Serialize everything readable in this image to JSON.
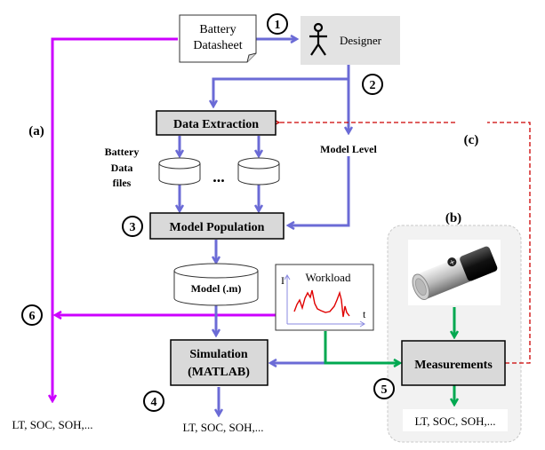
{
  "colors": {
    "blue_flow": "#6b6bd6",
    "magenta_flow": "#cc00ff",
    "green_flow": "#00a850",
    "red_feedback": "#cc0000",
    "box_fill": "#d9d9d9",
    "designer_fill": "#e3e3e3",
    "group_fill": "#f2f2f2"
  },
  "nodes": {
    "datasheet": {
      "line1": "Battery",
      "line2": "Datasheet"
    },
    "designer": {
      "label": "Designer"
    },
    "data_extraction": {
      "label": "Data Extraction"
    },
    "battery_data_files": {
      "line1": "Battery",
      "line2": "Data",
      "line3": "files"
    },
    "ellipsis": "...",
    "model_level": {
      "label": "Model Level"
    },
    "model_population": {
      "label": "Model Population"
    },
    "model_file": {
      "label": "Model (.m)"
    },
    "workload": {
      "title": "Workload",
      "y_axis": "I",
      "x_axis": "t"
    },
    "simulation": {
      "line1": "Simulation",
      "line2": "(MATLAB)"
    },
    "measurements": {
      "label": "Measurements"
    }
  },
  "outputs": {
    "path_a": "LT, SOC, SOH,...",
    "simulation": "LT, SOC, SOH,...",
    "measurements": "LT, SOC, SOH,..."
  },
  "path_labels": {
    "a": "(a)",
    "b": "(b)",
    "c": "(c)"
  },
  "steps": [
    "1",
    "2",
    "3",
    "4",
    "5",
    "6"
  ]
}
